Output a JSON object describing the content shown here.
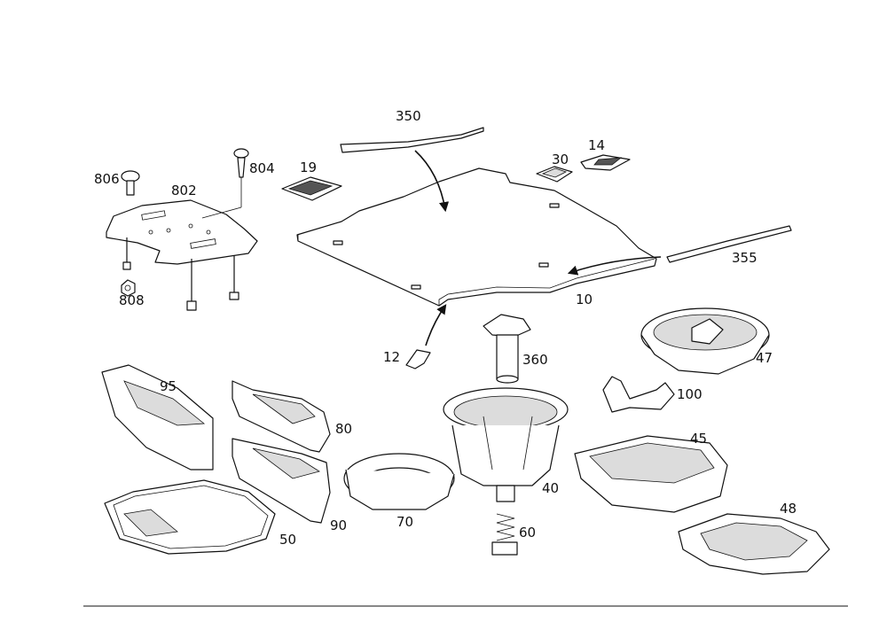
{
  "labels": {
    "l350": "350",
    "l804": "804",
    "l806": "806",
    "l19": "19",
    "l802": "802",
    "l30": "30",
    "l14": "14",
    "l355": "355",
    "l10": "10",
    "l808": "808",
    "l12": "12",
    "l360": "360",
    "l47": "47",
    "l95": "95",
    "l100": "100",
    "l80": "80",
    "l45": "45",
    "l40": "40",
    "l48": "48",
    "l70": "70",
    "l60": "60",
    "l90": "90",
    "l50": "50"
  }
}
